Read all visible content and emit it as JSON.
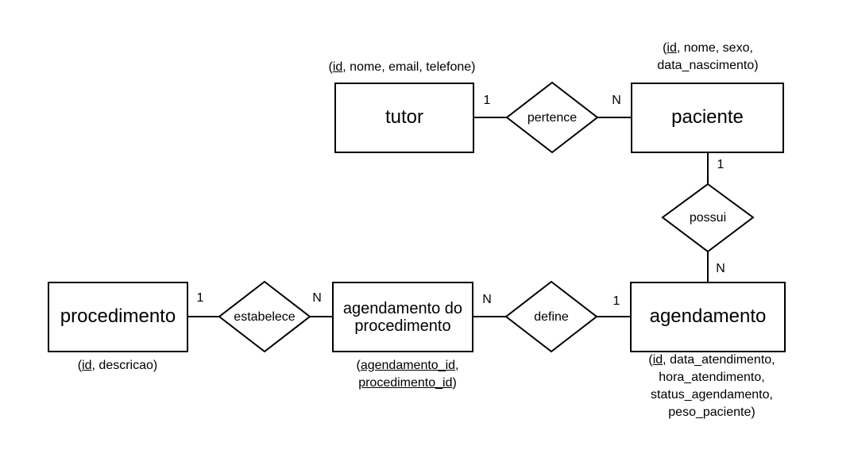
{
  "entities": {
    "tutor": "tutor",
    "paciente": "paciente",
    "procedimento": "procedimento",
    "agendamento_procedimento_line1": "agendamento do",
    "agendamento_procedimento_line2": "procedimento",
    "agendamento": "agendamento"
  },
  "relationships": {
    "pertence": "pertence",
    "possui": "possui",
    "estabelece": "estabelece",
    "define": "define"
  },
  "cardinalities": {
    "tutor_pertence": "1",
    "pertence_paciente": "N",
    "paciente_possui": "1",
    "possui_agendamento": "N",
    "procedimento_estabelece": "1",
    "estabelece_agproc": "N",
    "agproc_define": "N",
    "define_agendamento": "1"
  },
  "attributes": {
    "tutor": {
      "open": "(",
      "key": "id",
      "rest": ", nome, email, telefone)"
    },
    "paciente": {
      "line1_open": "(",
      "line1_key": "id",
      "line1_rest": ", nome, sexo,",
      "line2": "data_nascimento)"
    },
    "procedimento": {
      "open": "(",
      "key": "id",
      "rest": ", descricao)"
    },
    "agendamento_procedimento": {
      "line1_open": "(",
      "line1_key": "agendamento_id",
      "line1_rest": ",",
      "line2_key": "procedimento_id",
      "line2_rest": ")"
    },
    "agendamento": {
      "line1_open": "(",
      "line1_key": "id",
      "line1_rest": ", data_atendimento,",
      "line2": "hora_atendimento,",
      "line3": "status_agendamento,",
      "line4": "peso_paciente)"
    }
  }
}
